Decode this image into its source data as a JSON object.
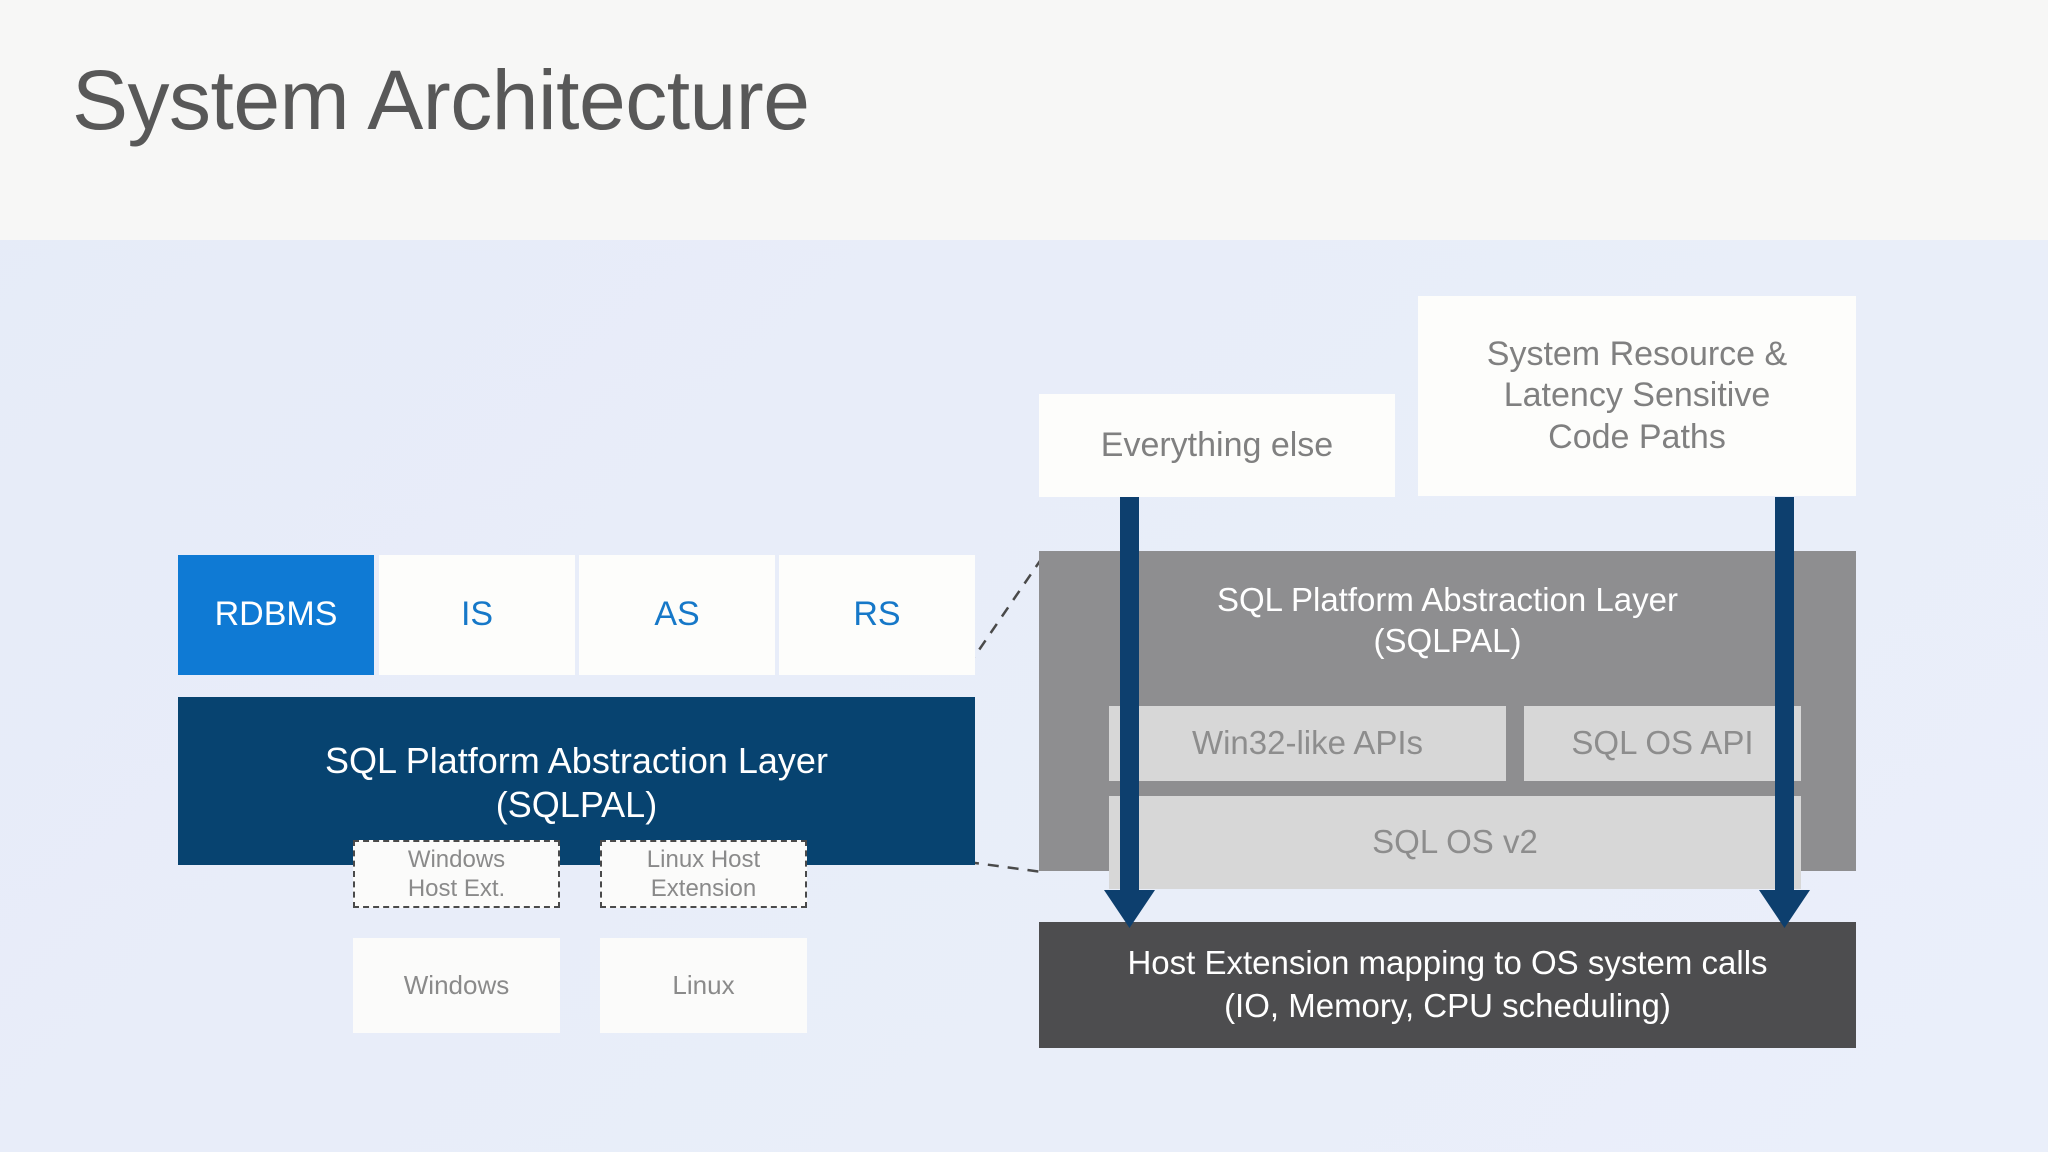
{
  "slide": {
    "title": "System Architecture",
    "background_color": "#e8edf9",
    "header_color": "#f7f7f6",
    "accent_blue": "#0f7ad4",
    "navy": "#074370",
    "gray_panel": "#8e8e90",
    "dark_bar": "#4d4d4f"
  },
  "left_stack": {
    "products": [
      {
        "label": "RDBMS",
        "state": "active"
      },
      {
        "label": "IS",
        "state": "inactive"
      },
      {
        "label": "AS",
        "state": "inactive"
      },
      {
        "label": "RS",
        "state": "inactive"
      }
    ],
    "sqlpal": {
      "line1": "SQL Platform Abstraction Layer",
      "line2": "(SQLPAL)",
      "full": "SQL Platform Abstraction Layer\n(SQLPAL)"
    },
    "host_extensions": [
      {
        "label": "Windows\nHost Ext."
      },
      {
        "label": "Linux Host\nExtension"
      }
    ],
    "operating_systems": [
      {
        "label": "Windows"
      },
      {
        "label": "Linux"
      }
    ]
  },
  "callouts": [
    {
      "label": "Everything else"
    },
    {
      "label": "System Resource &\nLatency Sensitive\nCode Paths"
    }
  ],
  "right_panel": {
    "title": "SQL Platform Abstraction Layer\n(SQLPAL)",
    "apis": [
      {
        "label": "Win32-like APIs"
      },
      {
        "label": "SQL OS API"
      }
    ],
    "os_layer": {
      "label": "SQL OS v2"
    }
  },
  "bottom_bar": {
    "label": "Host Extension mapping to OS system calls\n(IO, Memory, CPU scheduling)"
  }
}
